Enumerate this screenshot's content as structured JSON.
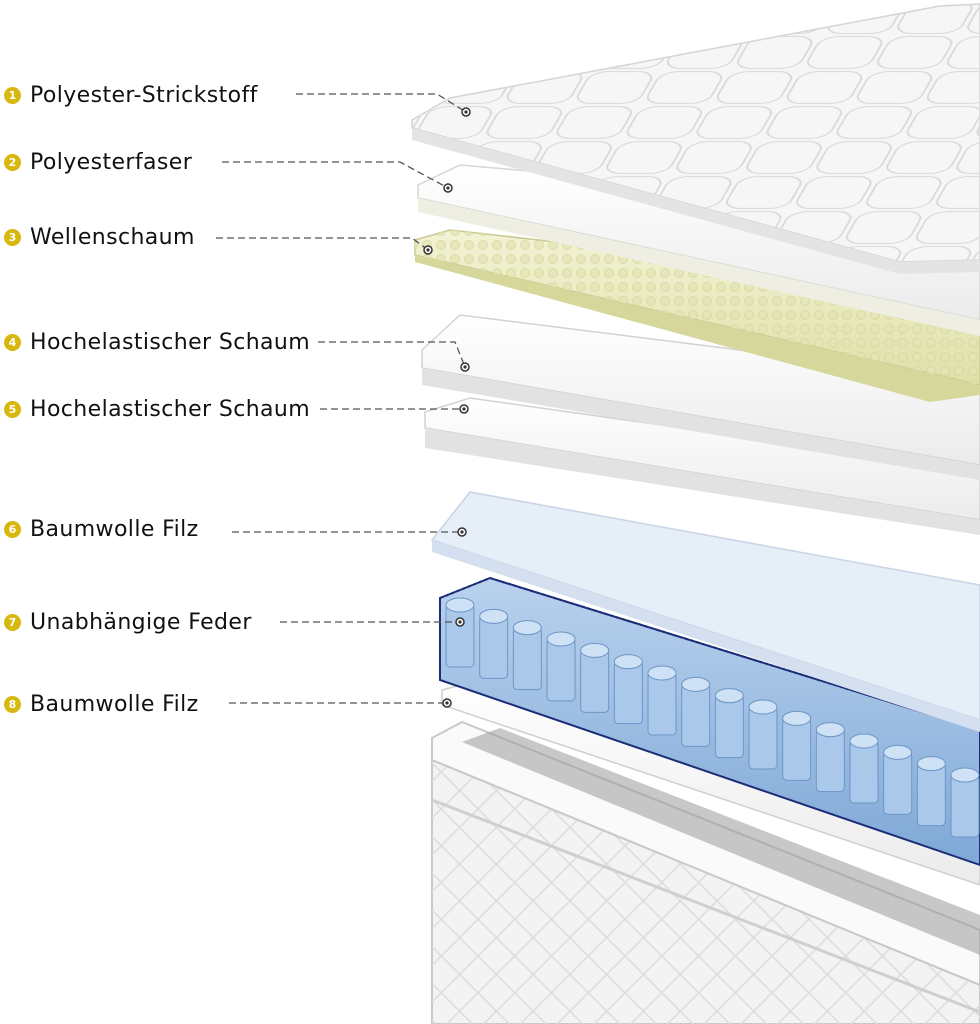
{
  "layers": [
    {
      "number": "1",
      "label": "Polyester-Strickstoff"
    },
    {
      "number": "2",
      "label": "Polyesterfaser"
    },
    {
      "number": "3",
      "label": "Wellenschaum"
    },
    {
      "number": "4",
      "label": "Hochelastischer Schaum"
    },
    {
      "number": "5",
      "label": "Hochelastischer Schaum"
    },
    {
      "number": "6",
      "label": "Baumwolle Filz"
    },
    {
      "number": "7",
      "label": "Unabhängige Feder"
    },
    {
      "number": "8",
      "label": "Baumwolle Filz"
    }
  ],
  "colors": {
    "badge": "#d8b80e",
    "text": "#111111",
    "leader": "#555555",
    "foam_yellow": "#eef0cc",
    "felt_blue": "#e6eef8",
    "spring_blue": "#9dbfe3"
  }
}
